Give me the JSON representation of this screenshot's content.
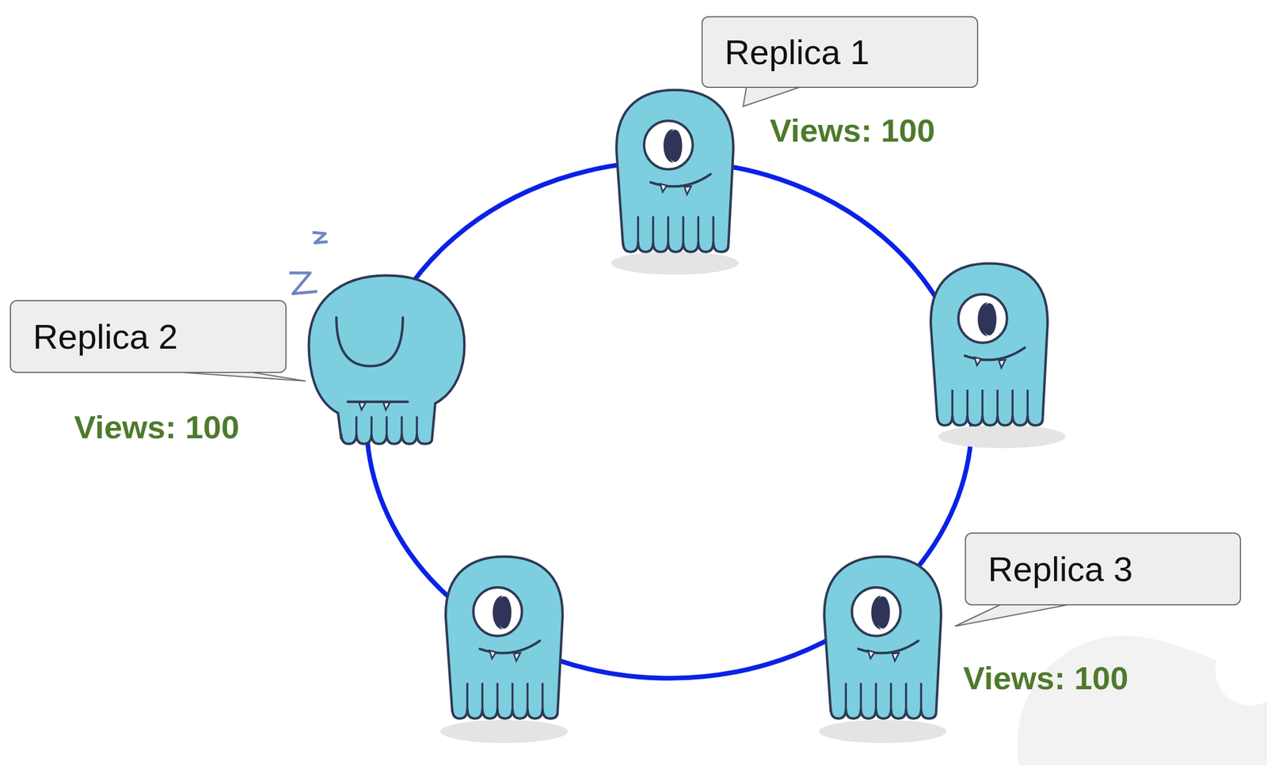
{
  "diagram": {
    "nodes": [
      {
        "text": [
          "Replica 1"
        ]
      },
      {
        "text": [
          "Replica 2"
        ]
      },
      {
        "text": [
          "Replica 3"
        ]
      }
    ],
    "labels": [
      "Views: 100",
      "Views: 100",
      "Views: 100"
    ]
  }
}
